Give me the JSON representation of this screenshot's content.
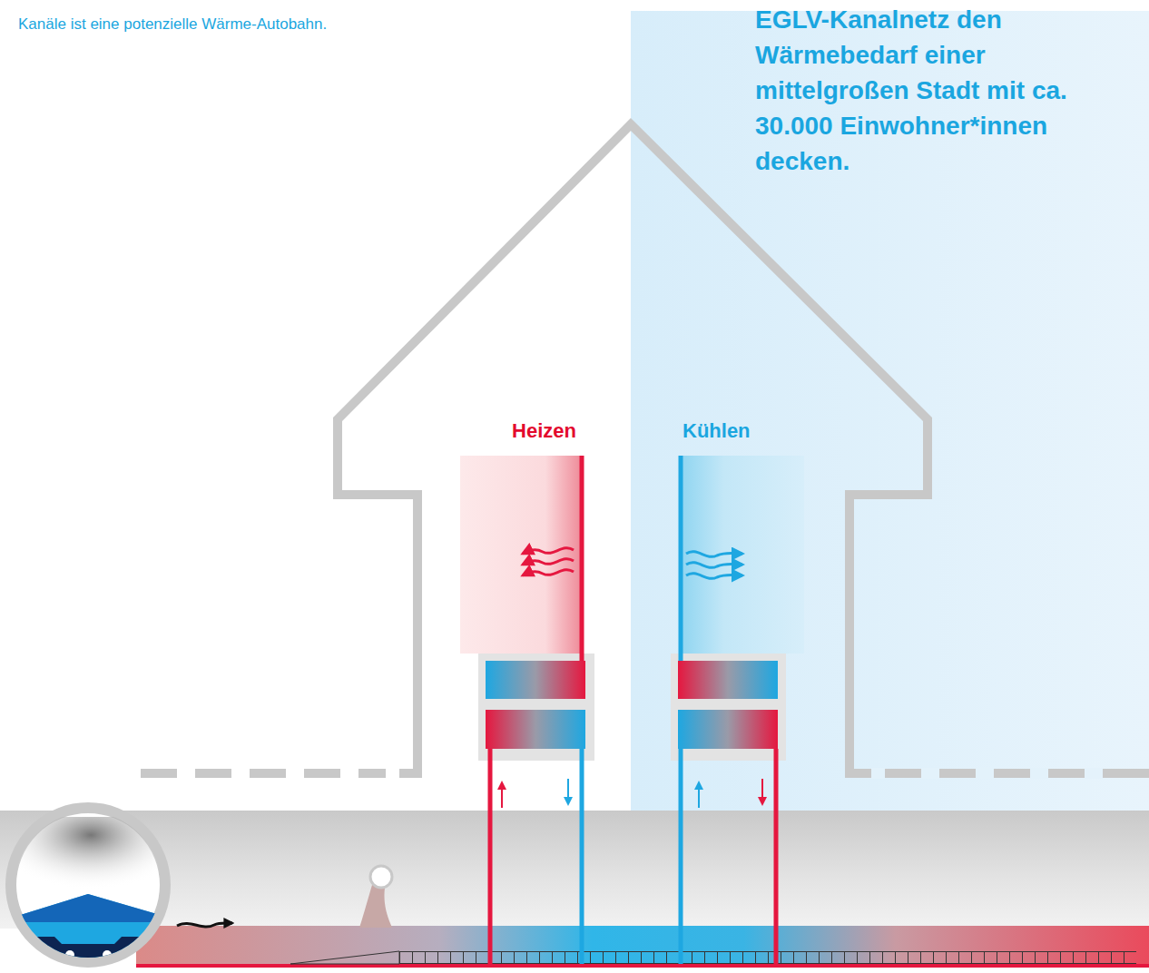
{
  "diagram": {
    "nodes": [
      {
        "text": [
          "Heizen"
        ]
      },
      {
        "text": [
          "Kühlen"
        ]
      }
    ],
    "labels": [
      "Kanäle ist eine potenzielle Wärme-Autobahn.",
      "EGLV-Kanalnetz den Wärmebedarf einer mittelgroßen Stadt mit ca. 30.000 Einwohner*innen decken."
    ]
  }
}
